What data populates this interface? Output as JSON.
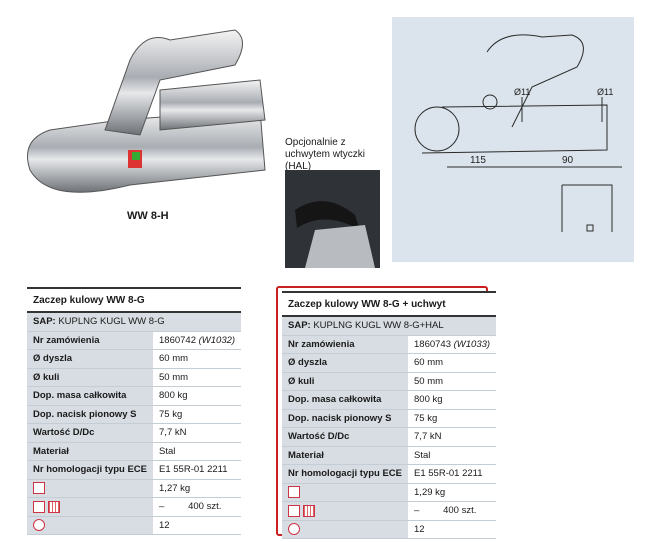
{
  "photo_caption": "WW 8-H",
  "option_caption": "Opcjonalnie z uchwytem wtyczki (HAL)",
  "drawing": {
    "dim_hole_1": "Ø11",
    "dim_hole_2": "Ø11",
    "dim_len_1": "115",
    "dim_len_2": "90"
  },
  "left_table": {
    "title": "Zaczep kulowy WW 8-G",
    "sap_label": "SAP:",
    "sap_value": "KUPLNG KUGL WW 8-G",
    "rows": [
      {
        "label": "Nr zamówienia",
        "value": "1860742",
        "note": "(W1032)"
      },
      {
        "label": "Ø dyszla",
        "value": "60 mm"
      },
      {
        "label": "Ø kuli",
        "value": "50 mm"
      },
      {
        "label": "Dop. masa całkowita",
        "value": "800 kg"
      },
      {
        "label": "Dop. nacisk pionowy S",
        "value": "75 kg"
      },
      {
        "label": "Wartość D/Dc",
        "value": "7,7 kN"
      },
      {
        "label": "Materiał",
        "value": "Stal"
      },
      {
        "label": "Nr homologacji typu ECE",
        "value": "E1 55R-01 2211"
      }
    ],
    "weight": "1,27 kg",
    "pack_dash": "–",
    "pack_qty": "400 szt.",
    "count": "12"
  },
  "right_table": {
    "title": "Zaczep kulowy WW 8-G + uchwyt",
    "sap_label": "SAP:",
    "sap_value": "KUPLNG KUGL WW 8-G+HAL",
    "rows": [
      {
        "label": "Nr zamówienia",
        "value": "1860743",
        "note": "(W1033)"
      },
      {
        "label": "Ø dyszla",
        "value": "60 mm"
      },
      {
        "label": "Ø kuli",
        "value": "50 mm"
      },
      {
        "label": "Dop. masa całkowita",
        "value": "800 kg"
      },
      {
        "label": "Dop. nacisk pionowy S",
        "value": "75 kg"
      },
      {
        "label": "Wartość D/Dc",
        "value": "7,7 kN"
      },
      {
        "label": "Materiał",
        "value": "Stal"
      },
      {
        "label": "Nr homologacji typu ECE",
        "value": "E1 55R-01 2211"
      }
    ],
    "weight": "1,29 kg",
    "pack_dash": "–",
    "pack_qty": "400 szt.",
    "count": "12"
  },
  "colors": {
    "highlight_frame": "#cc1f1f",
    "label_bg": "#d7dde3",
    "drawing_bg": "#dbe4ec"
  }
}
